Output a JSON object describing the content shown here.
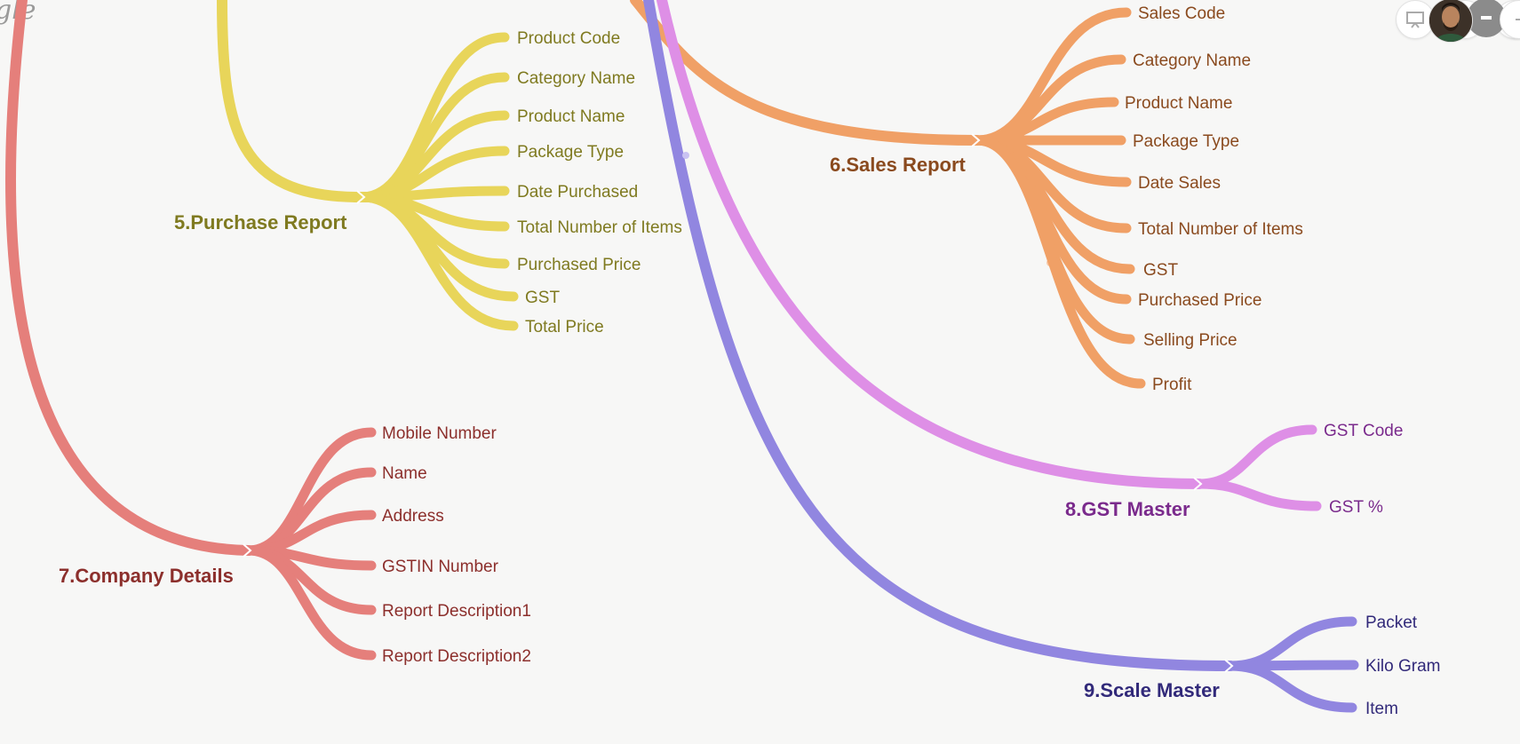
{
  "logo_fragment": "gle",
  "toolbar": {
    "icons": [
      "presentation-icon",
      "export-icon",
      "download-icon",
      "user-avatar",
      "collapse-icon",
      "more-icon"
    ]
  },
  "colors": {
    "purchase": "#e8d55a",
    "purchase_text": "#7f7a20",
    "sales": "#f0a066",
    "sales_text": "#8a4a1e",
    "company": "#e57f7b",
    "company_text": "#8c2f2c",
    "gst": "#de8fe6",
    "gst_text": "#7a2a8c",
    "scale": "#9186e0",
    "scale_text": "#322a7a"
  },
  "branches": {
    "purchase": {
      "title": "5.Purchase Report",
      "items": [
        "Product Code",
        "Category Name",
        "Product Name",
        "Package Type",
        "Date Purchased",
        "Total Number of Items",
        "Purchased Price",
        "GST",
        "Total Price"
      ]
    },
    "sales": {
      "title": "6.Sales Report",
      "items": [
        "Sales Code",
        "Category Name",
        "Product Name",
        "Package Type",
        "Date Sales",
        "Total Number of Items",
        "GST",
        "Purchased Price",
        "Selling Price",
        "Profit"
      ]
    },
    "company": {
      "title": "7.Company Details",
      "items": [
        "Mobile Number",
        "Name",
        "Address",
        "GSTIN Number",
        "Report Description1",
        "Report Description2"
      ]
    },
    "gst": {
      "title": "8.GST Master",
      "items": [
        "GST Code",
        "GST %"
      ]
    },
    "scale": {
      "title": "9.Scale Master",
      "items": [
        "Packet",
        "Kilo Gram",
        "Item"
      ]
    }
  }
}
